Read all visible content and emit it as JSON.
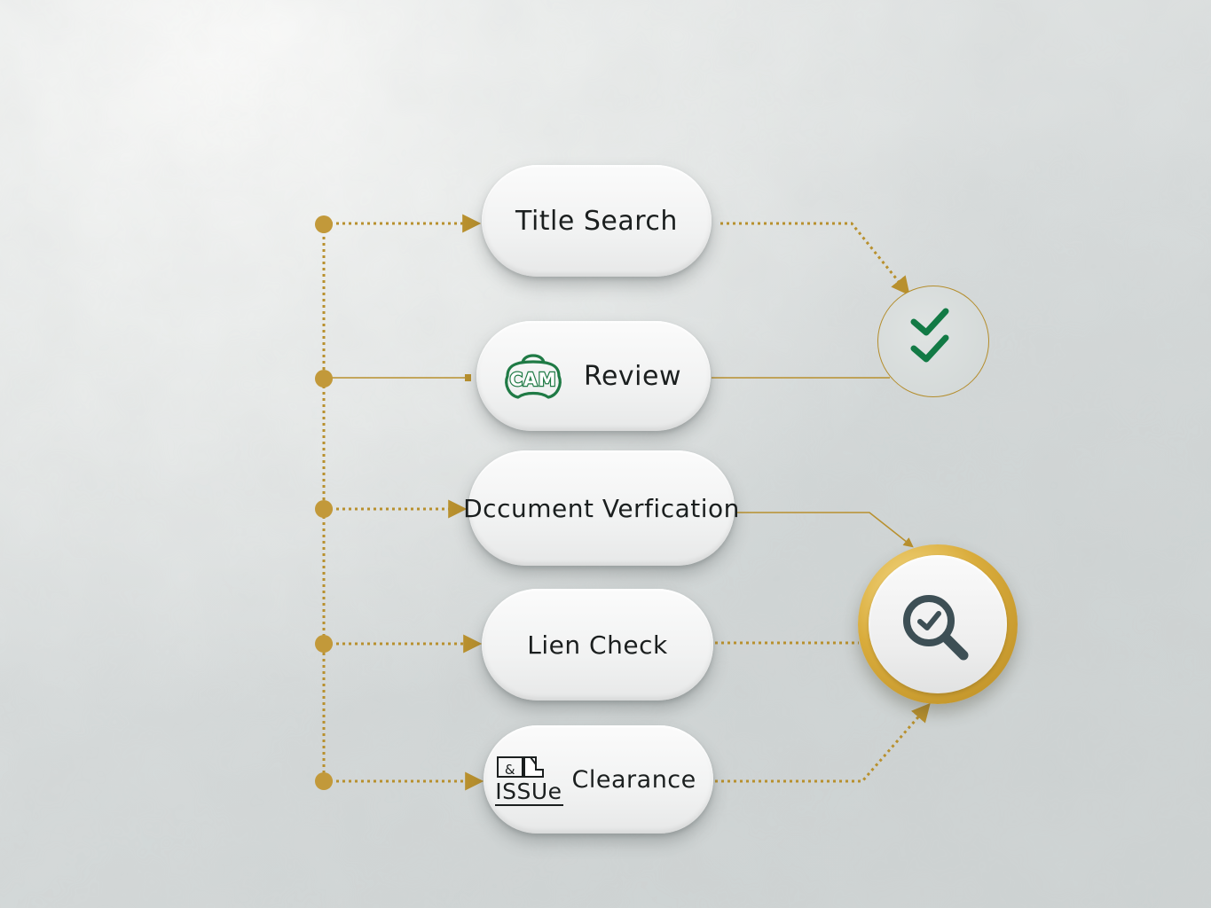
{
  "diagram": {
    "steps": [
      {
        "id": "title-search",
        "label": "Title Search"
      },
      {
        "id": "review",
        "label": "Review",
        "icon": "lock-bag-icon",
        "icon_text": "CAM"
      },
      {
        "id": "document-verification",
        "label": "Dccument Verfication"
      },
      {
        "id": "lien-check",
        "label": "Lien Check"
      },
      {
        "id": "issue-clearance",
        "label": "Clearance",
        "icon": "document-icon",
        "icon_text": "&",
        "prefix": "ISSUe"
      }
    ],
    "outcomes": [
      {
        "id": "approved",
        "icon": "double-check-icon"
      },
      {
        "id": "inspect",
        "icon": "magnifier-check-icon"
      }
    ]
  },
  "colors": {
    "connector_gold": "#b8902e",
    "check_green": "#127a45",
    "magnifier_slate": "#3d4f55",
    "icon_green": "#1f7a45"
  }
}
